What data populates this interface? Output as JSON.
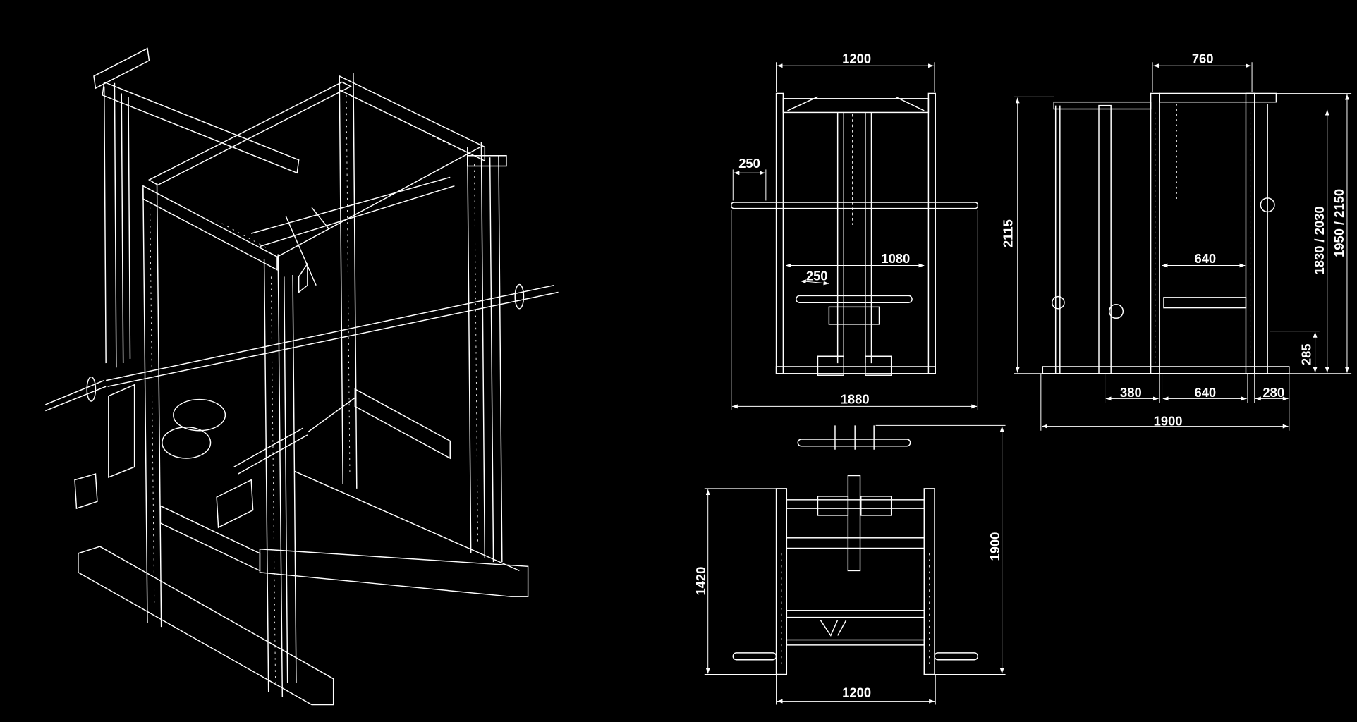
{
  "drawing": {
    "colors": {
      "background": "#000000",
      "line": "#ffffff"
    },
    "front_view": {
      "width_top": "1200",
      "bar_overhang": "250",
      "inner_width": "1080",
      "handle_length": "250",
      "overall_width": "1880"
    },
    "side_view": {
      "depth_top": "760",
      "overall_height": "2115",
      "height_a": "1830 / 2030",
      "height_b": "1950 / 2150",
      "inner_depth": "640",
      "safety_height": "285",
      "rear_depth": "380",
      "base_depth": "640",
      "front_foot": "280",
      "overall_depth": "1900"
    },
    "top_view": {
      "frame_depth": "1420",
      "overall_depth": "1900",
      "width": "1200"
    }
  }
}
